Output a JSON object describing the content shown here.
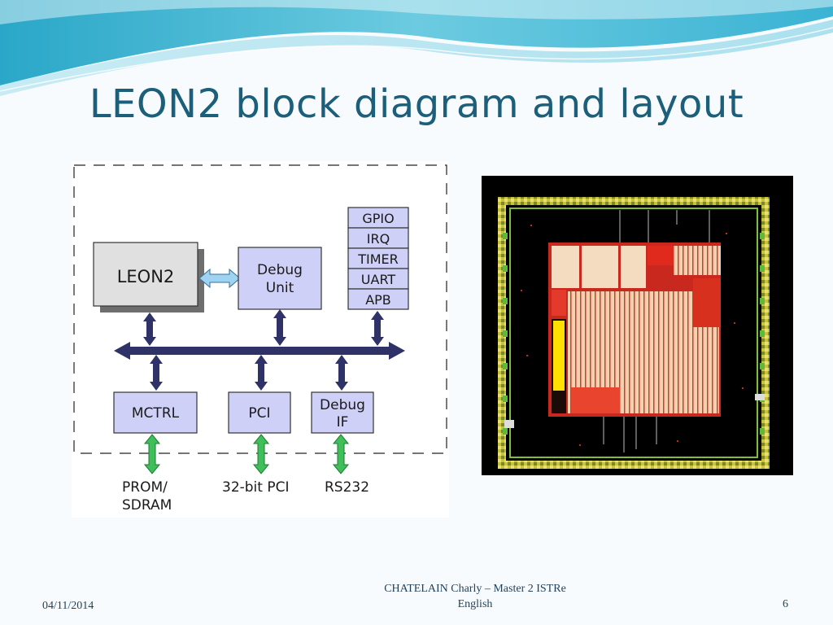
{
  "slide": {
    "title": "LEON2 block diagram and layout"
  },
  "diagram": {
    "blocks": {
      "leon2": "LEON2",
      "debug_unit_1": "Debug",
      "debug_unit_2": "Unit",
      "mctrl": "MCTRL",
      "pci": "PCI",
      "debug_if_1": "Debug",
      "debug_if_2": "IF"
    },
    "peripherals": [
      "GPIO",
      "IRQ",
      "TIMER",
      "UART",
      "APB"
    ],
    "external": {
      "prom_1": "PROM/",
      "prom_2": "SDRAM",
      "pci_bus": "32-bit PCI",
      "serial": "RS232"
    }
  },
  "footer": {
    "date": "04/11/2014",
    "author_line1": "CHATELAIN Charly – Master 2 ISTRe",
    "author_line2": "English",
    "page": "6"
  }
}
